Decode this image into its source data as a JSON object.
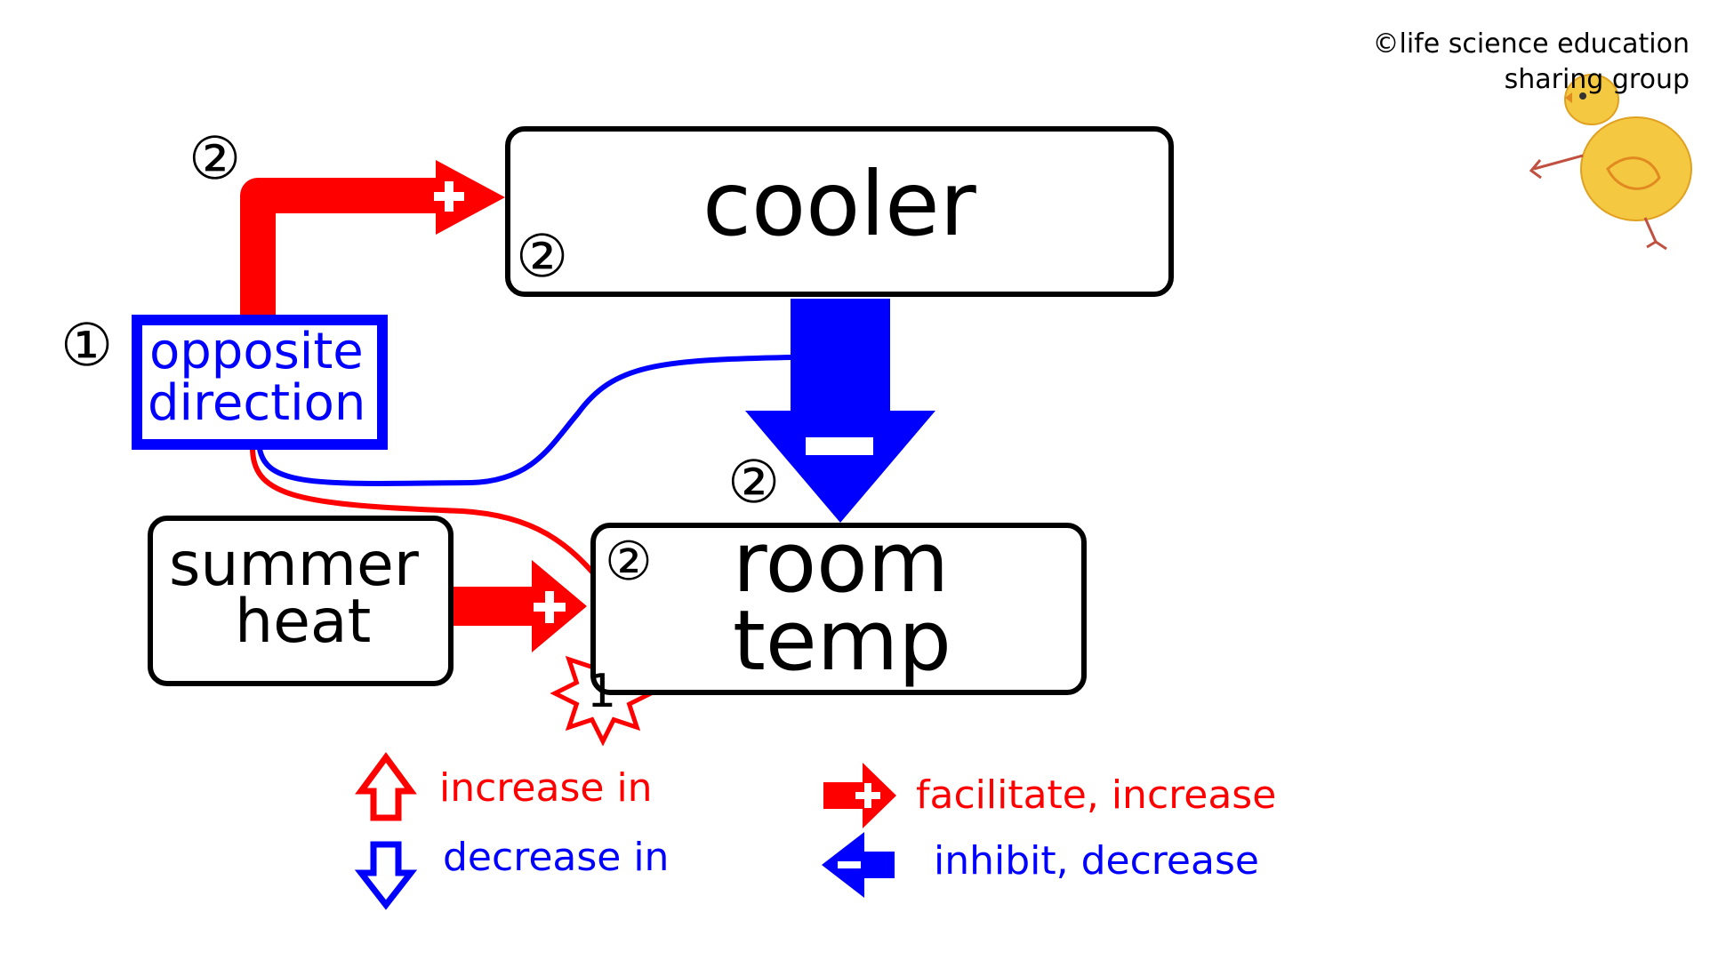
{
  "copyright": {
    "line1": "©life science education",
    "line2": "sharing group"
  },
  "nodes": {
    "cooler": "cooler",
    "room_temp_line1": "room",
    "room_temp_line2": "temp",
    "summer_heat_line1": "summer",
    "summer_heat_line2": "heat",
    "opposite_line1": "opposite",
    "opposite_line2": "direction"
  },
  "step_markers": {
    "opposite": "①",
    "top_branch": "②",
    "cooler_inner": "②",
    "cooler_to_room": "②",
    "room_inner": "②",
    "starburst": "1"
  },
  "legend": {
    "increase": "increase in",
    "decrease": "decrease in",
    "facilitate": "facilitate, increase",
    "inhibit": "inhibit, decrease"
  },
  "colors": {
    "red": "#ff0000",
    "blue": "#0000ff",
    "black": "#000000",
    "chick": "#f5c842"
  },
  "icons": [
    "up-arrow-icon",
    "down-arrow-icon",
    "plus-arrow-icon",
    "minus-arrow-icon",
    "starburst-icon",
    "chick-icon"
  ]
}
